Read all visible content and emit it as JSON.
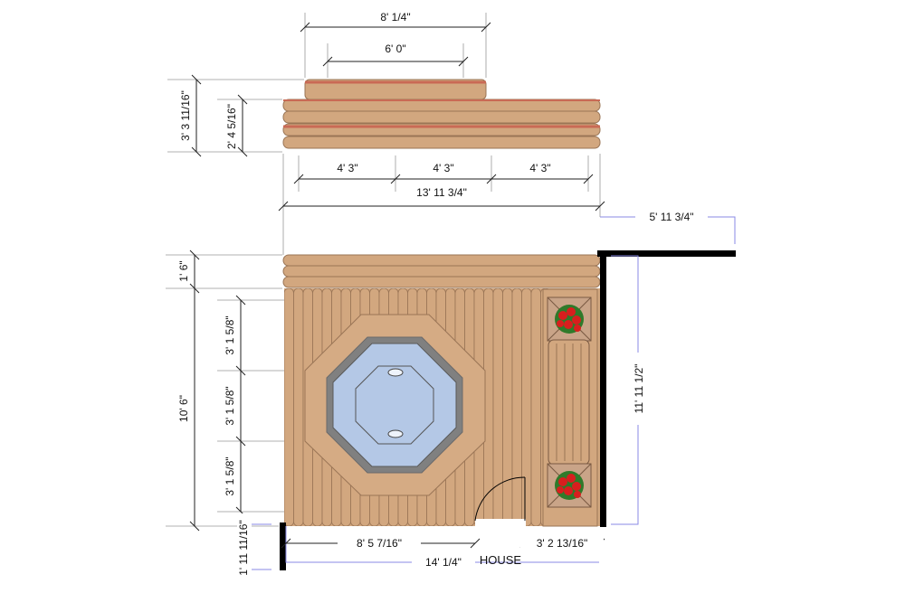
{
  "top_view": {
    "dims": {
      "step_outer_width": "8' 1/4\"",
      "step_inner_width": "6' 0\"",
      "total_height": "3' 3 11/16\"",
      "front_height": "2' 4 5/16\"",
      "section_1": "4' 3\"",
      "section_2": "4' 3\"",
      "section_3": "4' 3\"",
      "total_width": "13' 11 3/4\""
    }
  },
  "plan_view": {
    "dims": {
      "side_offset": "5' 11 3/4\"",
      "steps_depth": "1' 6\"",
      "deck_depth": "10' 6\"",
      "seg_1": "3' 1 5/8\"",
      "seg_2": "3' 1 5/8\"",
      "seg_3": "3' 1 5/8\"",
      "right_depth": "11' 11 1/2\"",
      "bottom_small": "1' 11 11/16\"",
      "bottom_left": "8' 5 7/16\"",
      "bottom_right": "3' 2 13/16\"",
      "total_width": "14' 1/4\""
    },
    "house_label": "HOUSE"
  },
  "colors": {
    "board": "#d2a77f",
    "board_edge": "#9a7556",
    "stripe": "#c96a55",
    "spa_water": "#b4c8e6",
    "spa_rim": "#7f7f7f",
    "wall": "#000000",
    "flower": "#d81e1e",
    "leaf": "#2f7a2a"
  }
}
